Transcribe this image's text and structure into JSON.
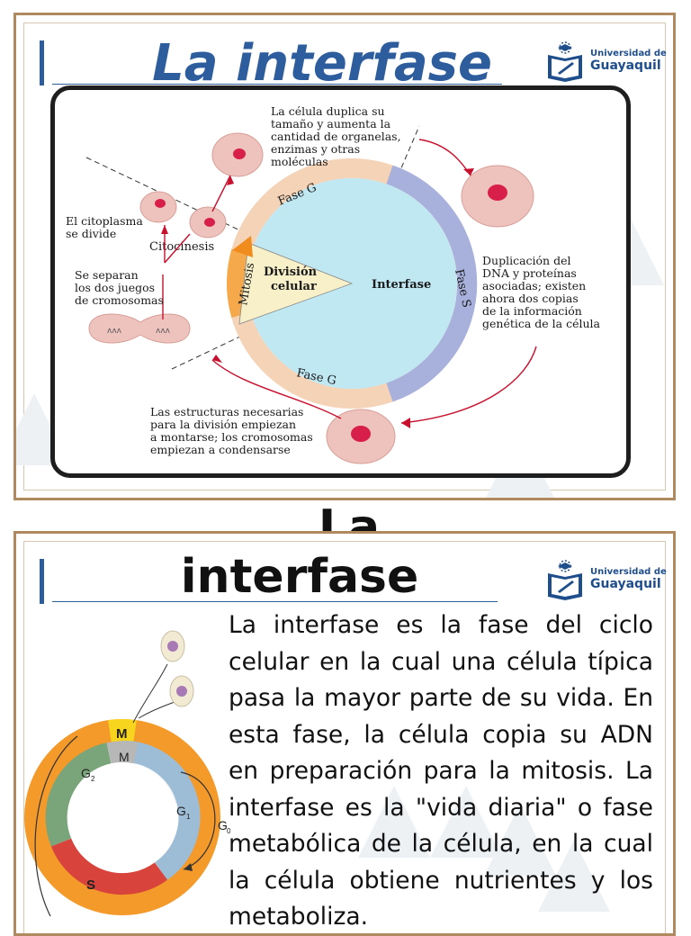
{
  "slide1": {
    "title": "La interfase",
    "logo": {
      "line1": "Universidad de",
      "line2": "Guayaquil"
    },
    "diagram": {
      "center_left": [
        "División",
        "celular"
      ],
      "center_right": "Interfase",
      "mitosis": "Mitosis",
      "fase_g_top": "Fase G",
      "fase_g_bottom": "Fase G",
      "fase_s": "Fase S",
      "citocinesis": "Citocinesis",
      "note_top": [
        "La célula duplica su",
        "tamaño y aumenta la",
        "cantidad de organelas,",
        "enzimas y otras",
        "moléculas"
      ],
      "note_right": [
        "Duplicación del",
        "DNA y proteínas",
        "asociadas; existen",
        "ahora dos copias",
        "de la información",
        "genética de la célula"
      ],
      "note_bottom": [
        "Las estructuras necesarias",
        "para la división empiezan",
        "a montarse; los cromosomas",
        "empiezan a condensarse"
      ],
      "note_left1": [
        "El citoplasma",
        "se divide"
      ],
      "note_left2": [
        "Se separan",
        "los dos juegos",
        "de cromosomas"
      ]
    }
  },
  "stray_title": "La",
  "slide2": {
    "title": "interfase",
    "logo": {
      "line1": "Universidad de",
      "line2": "Guayaquil"
    },
    "paragraph": "La interfase es la fase del ciclo celular en la cual una célula típica pasa la mayor parte de su vida. En esta fase, la célula copia su ADN en preparación para la mitosis. La interfase es la \"vida diaria\" o fase metabólica de la célula, en la cual la célula obtiene nutrientes y los metaboliza.",
    "cycle_labels": {
      "m_outer": "M",
      "m_inner": "M",
      "g2": "G",
      "g2_sub": "2",
      "g1": "G",
      "g1_sub": "1",
      "g0": "G",
      "g0_sub": "0",
      "s": "S"
    }
  },
  "colors": {
    "accent_blue": "#2e5d9e",
    "frame": "#b08a5e",
    "cycle_orange": "#f39a2b",
    "cycle_red": "#d8433b",
    "cycle_green": "#7aa57a",
    "cycle_blue": "#9dbcd6",
    "cycle_yellow": "#f7d51e"
  }
}
